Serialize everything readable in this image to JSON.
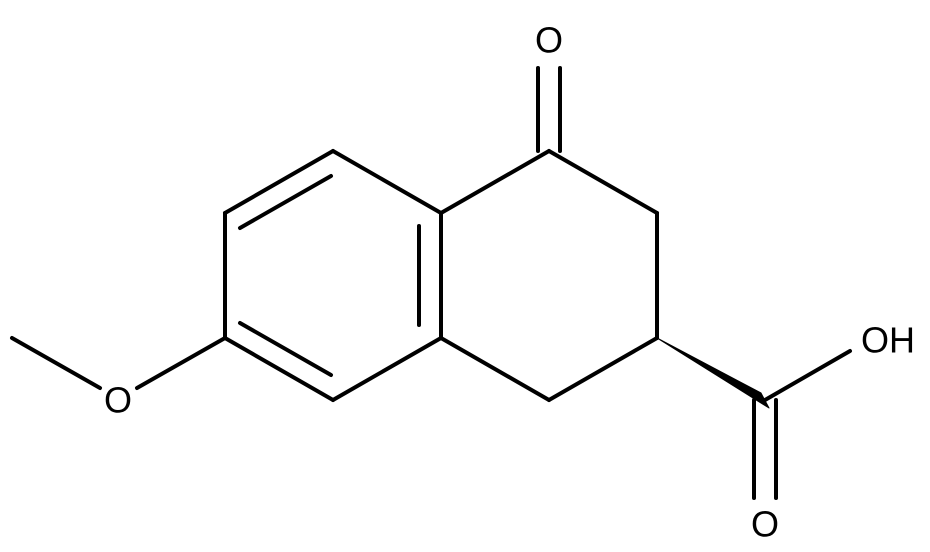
{
  "molecule": {
    "atoms": {
      "carbonyl_oxygen": "O",
      "methoxy_oxygen": "O",
      "acid_oxygen": "O",
      "hydroxyl": "OH"
    },
    "colors": {
      "bond": "#000000",
      "background": "#ffffff"
    }
  }
}
